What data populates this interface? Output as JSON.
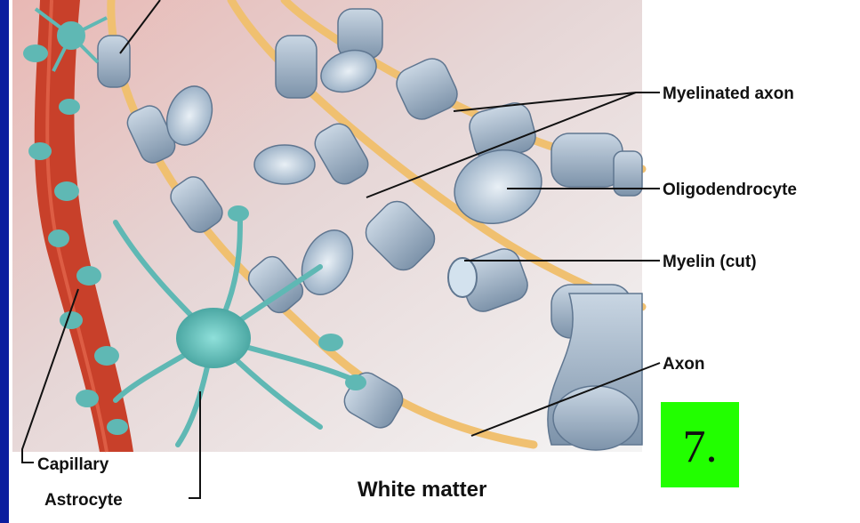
{
  "labels": {
    "myelinated_axon": "Myelinated axon",
    "oligodendrocyte": "Oligodendrocyte",
    "myelin_cut": "Myelin (cut)",
    "axon": "Axon",
    "capillary": "Capillary",
    "astrocyte": "Astrocyte"
  },
  "caption": "White matter",
  "badge": {
    "text": "7.",
    "color": "#22ff00"
  },
  "colors": {
    "frame": "#0b1d9e",
    "panel": "#ffffff",
    "capillary": "#c8402a",
    "astrocyte": "#5fb8b4",
    "myelin": "#8fa4b8",
    "axon": "#f0c070"
  }
}
